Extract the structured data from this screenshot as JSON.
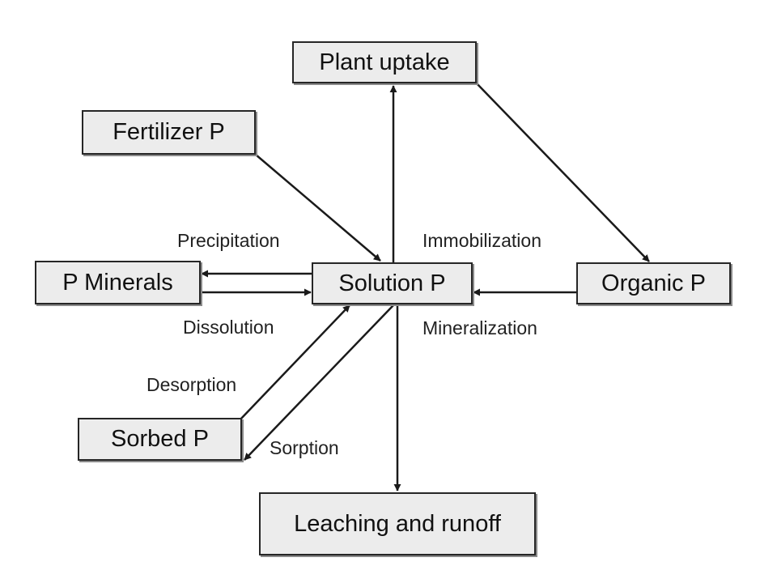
{
  "nodes": {
    "plant_uptake": "Plant uptake",
    "fertilizer_p": "Fertilizer P",
    "p_minerals": "P Minerals",
    "solution_p": "Solution P",
    "organic_p": "Organic P",
    "sorbed_p": "Sorbed P",
    "leaching_runoff": "Leaching and runoff"
  },
  "edges": {
    "precipitation": "Precipitation",
    "dissolution": "Dissolution",
    "immobilization": "Immobilization",
    "mineralization": "Mineralization",
    "desorption": "Desorption",
    "sorption": "Sorption"
  },
  "colors": {
    "box_fill": "#ececec",
    "box_border": "#262626",
    "arrow": "#1a1a1a"
  }
}
